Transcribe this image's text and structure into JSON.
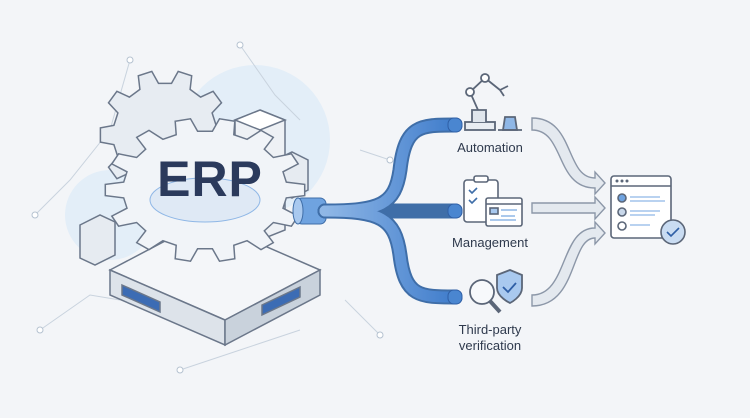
{
  "hub": {
    "label": "ERP"
  },
  "branches": [
    {
      "label": "Automation",
      "icon": "robot-arm-icon"
    },
    {
      "label": "Management",
      "icon": "clipboard-dashboard-icon"
    },
    {
      "label": "Third-party verification",
      "icon": "magnifier-shield-icon"
    }
  ],
  "output": {
    "icon": "checklist-window-icon"
  },
  "colors": {
    "background": "#f3f5f8",
    "accent": "#4a86d0",
    "outline": "#5b6678",
    "text": "#2b3a5c"
  }
}
